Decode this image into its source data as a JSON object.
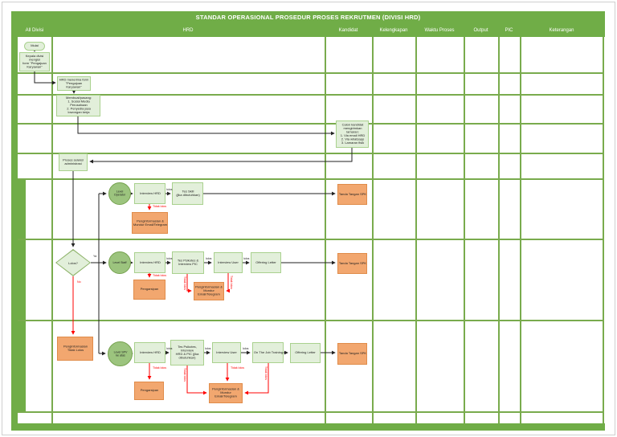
{
  "title": "STANDAR OPERASIONAL PROSEDUR PROSES REKRUTMEN (DIVISI HRD)",
  "columns": [
    {
      "label": "All Divisi"
    },
    {
      "label": "HRD"
    },
    {
      "label": "Kandidat"
    },
    {
      "label": "Kelengkapan"
    },
    {
      "label": "Waktu Proses"
    },
    {
      "label": "Output"
    },
    {
      "label": "PIC"
    },
    {
      "label": "Keterangan"
    }
  ],
  "labels": {
    "ya": "Ya",
    "no": "No",
    "lolos": "lolos",
    "tidak_lolos": "Tidak lolos"
  },
  "nodes": {
    "mulai": "Mulai",
    "kepala_divisi": "Kepala divisi mengisi\nform \"Pengajuan\nKaryawan\"",
    "hrd_menerima": "HRD menerima form\n\"Pengajuan Karyawan\"",
    "membuat_pasang": "Membuat/pasang:\n1. Sosial Media\nPerusahaan\n2. Penyedia jasa\nlowongan kerja",
    "calon_kandidat": "Calon kandidat\nmengirimkan lamaran:\n1. Via email HRD\n2. Via whatsapp\n3. Lamaran fisik",
    "proses_seleksi": "Proses seleksi\nadministrasi",
    "lolos_decision": "Lolos?",
    "level_operator": "Level\nOperator",
    "level_staff": "Level Staff",
    "level_spv": "Level SPV\nke atas",
    "interview_hrd": "Interview HRD",
    "tes_skill": "Tes Skill\n(jika dibutuhkan)",
    "tes_psikotes_pic": "Tes Psikotes &\nInterview PIC",
    "tes_psikotes_hrd_pic": "Tes Psikotes, Interview\nHRD & PIC (jika\ndibutuhkan)",
    "interview_user": "Interview User",
    "offering_letter": "Offering Letter",
    "on_the_job_training": "On The Job Training",
    "tanda_tangan_spk": "Tanda Tangan SPK",
    "penginformasian_tidak_lolos": "Penginformasian\nTidak Lolos",
    "pengarsipan": "Pengarsipan",
    "penginformasian_mundur": "Penginformasian &\nMundur Email/Telegram"
  },
  "colors": {
    "header_green": "#70ad47",
    "light_green_box": "#e2efda",
    "circle_green": "#9cc47e",
    "orange_box": "#f2a76f",
    "reject_red": "#ff0000"
  }
}
